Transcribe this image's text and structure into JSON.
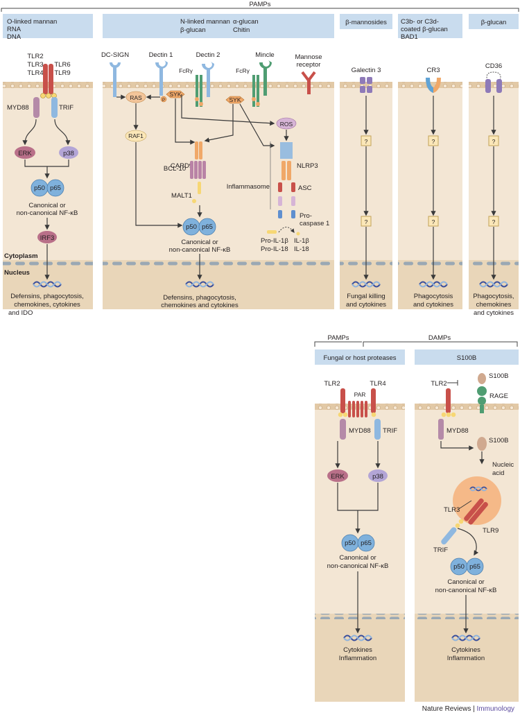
{
  "header": {
    "pamps": "PAMPs"
  },
  "ligands": {
    "p1": [
      "O-linked mannan",
      "RNA",
      "DNA"
    ],
    "p2_col1": [
      "N-linked mannan",
      "β-glucan"
    ],
    "p2_col2": [
      "α-glucan",
      "Chitin"
    ],
    "p3": "β-mannosides",
    "p4": [
      "C3b- or C3d-",
      "coated β-glucan",
      "BAD1"
    ],
    "p5": "β-glucan"
  },
  "panel1": {
    "tlr_left": [
      "TLR2",
      "TLR3",
      "TLR4"
    ],
    "tlr_right": [
      "TLR6",
      "TLR9"
    ],
    "myd88": "MYD88",
    "trif": "TRIF",
    "erk": "ERK",
    "p38": "p38",
    "p50": "p50",
    "p65": "p65",
    "nfkb": [
      "Canonical or",
      "non-canonical NF-κB"
    ],
    "irf3": "IRF3",
    "out": [
      "Defensins, phagocytosis,",
      "chemokines, cytokines",
      "and IDO"
    ]
  },
  "compartments": {
    "cytoplasm": "Cytoplasm",
    "nucleus": "Nucleus"
  },
  "panel2": {
    "dcsign": "DC-SIGN",
    "dectin1": "Dectin 1",
    "dectin2": "Dectin 2",
    "mincle": "Mincle",
    "mannose": [
      "Mannose",
      "receptor"
    ],
    "fcr": "FcRγ",
    "ras": "RAS",
    "raf1": "RAF1",
    "syk": "SYK",
    "p": "P",
    "ros": "ROS",
    "card9": "CARD9",
    "bcl10": "BCL-10",
    "malt1": "MALT1",
    "nlrp3": "NLRP3",
    "asc": "ASC",
    "inflammasome": "Inflammasome",
    "procasp": [
      "Pro-",
      "caspase 1"
    ],
    "proil": [
      "Pro-IL-1β",
      "Pro-IL-18"
    ],
    "il": [
      "IL-1β",
      "IL-18"
    ],
    "p50": "p50",
    "p65": "p65",
    "nfkb": [
      "Canonical or",
      "non-canonical NF-κB"
    ],
    "out": [
      "Defensins, phagocytosis,",
      "chemokines and cytokines"
    ]
  },
  "panel3": {
    "receptor": "Galectin 3",
    "q": "?",
    "out": [
      "Fungal killing",
      "and cytokines"
    ]
  },
  "panel4": {
    "receptor": "CR3",
    "q": "?",
    "out": [
      "Phagocytosis",
      "and cytokines"
    ]
  },
  "panel5": {
    "receptor": "CD36",
    "q": "?",
    "out": [
      "Phagocytosis,",
      "chemokines",
      "and cytokines"
    ]
  },
  "bottom": {
    "pamps": "PAMPs",
    "damps": "DAMPs",
    "lig_left": "Fungal or host proteases",
    "lig_right": "S100B",
    "left": {
      "tlr2": "TLR2",
      "tlr4": "TLR4",
      "par": "PAR",
      "myd88": "MYD88",
      "trif": "TRIF",
      "erk": "ERK",
      "p38": "p38",
      "p50": "p50",
      "p65": "p65",
      "nfkb": [
        "Canonical or",
        "non-canonical NF-κB"
      ],
      "out": [
        "Cytokines",
        "Inflammation"
      ]
    },
    "right": {
      "tlr2": "TLR2",
      "s100b_top": "S100B",
      "rage": "RAGE",
      "myd88": "MYD88",
      "s100b": "S100B",
      "nucleic": [
        "Nucleic",
        "acid"
      ],
      "tlr3": "TLR3",
      "tlr9": "TLR9",
      "trif": "TRIF",
      "p50": "p50",
      "p65": "p65",
      "nfkb": [
        "Canonical or",
        "non-canonical NF-κB"
      ],
      "out": [
        "Cytokines",
        "Inflammation"
      ]
    }
  },
  "footer": {
    "journal_a": "Nature Reviews",
    "sep": " | ",
    "journal_b": "Immunology"
  },
  "colors": {
    "panel": "#f3e6d4",
    "membrane": "#e6d0b0",
    "nucleus": "#e9d6b9",
    "ligand_box": "#c9dcee",
    "blue": "#7fb1dc",
    "red": "#c8504a",
    "purple": "#8e7ab8",
    "green": "#4f9d72",
    "orange": "#f0a868",
    "yellow": "#f7d774"
  }
}
